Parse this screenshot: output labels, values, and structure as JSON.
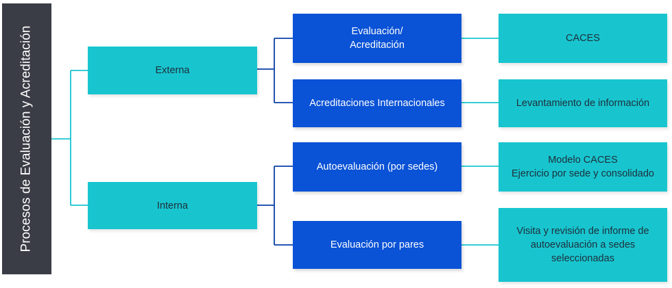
{
  "root": {
    "label": "Procesos de Evaluación y Acreditación"
  },
  "level1": [
    {
      "label": "Externa"
    },
    {
      "label": "Interna"
    }
  ],
  "level2": [
    {
      "line1": "Evaluación/",
      "line2": "Acreditación"
    },
    {
      "label": "Acreditaciones Internacionales"
    },
    {
      "label": "Autoevaluación (por sedes)"
    },
    {
      "label": "Evaluación por pares"
    }
  ],
  "level3": [
    {
      "label": "CACES"
    },
    {
      "label": "Levantamiento de información"
    },
    {
      "line1": "Modelo CACES",
      "line2": "Ejercicio por sede y consolidado"
    },
    {
      "line1": "Visita y revisión de informe de",
      "line2": "autoevaluación a sedes",
      "line3": "seleccionadas"
    }
  ],
  "colors": {
    "root": "#3a3d45",
    "teal": "#18c5cf",
    "blue": "#0a52d6",
    "teal_line": "#18c5cf",
    "blue_line": "#0a3ea8"
  }
}
